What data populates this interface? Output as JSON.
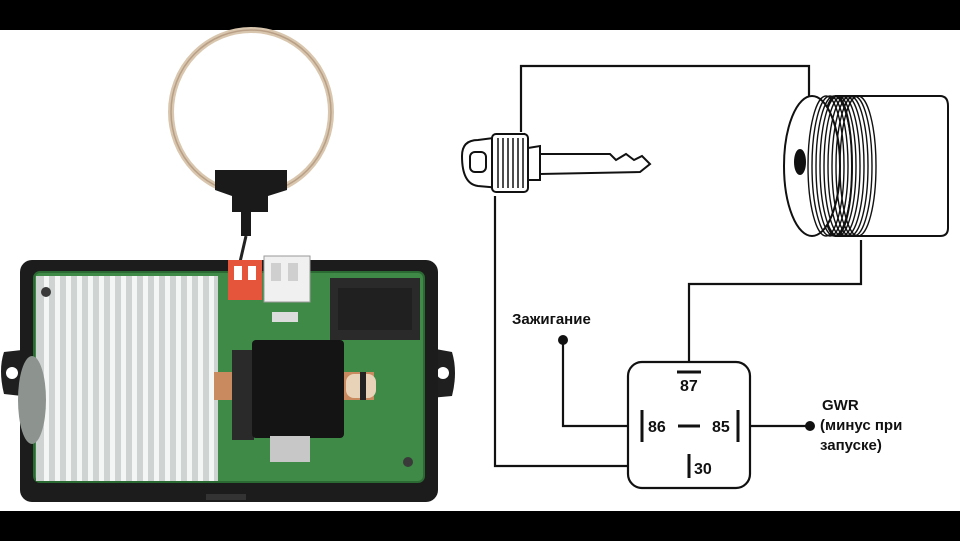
{
  "diagram": {
    "labels": {
      "ignition": "Зажигание",
      "gwr_line1": "GWR",
      "gwr_line2": "(минус при",
      "gwr_line3": "запуске)"
    },
    "relay_pins": {
      "pin87": "87",
      "pin86": "86",
      "pin85": "85",
      "pin30": "30"
    }
  },
  "colors": {
    "background": "#ffffff",
    "letterbox": "#000000",
    "wire": "#111111",
    "pcb": "#3f8a47",
    "case": "#1c1c1c",
    "antenna_coil": "#d8c7b0",
    "connector_red": "#e4553b"
  }
}
